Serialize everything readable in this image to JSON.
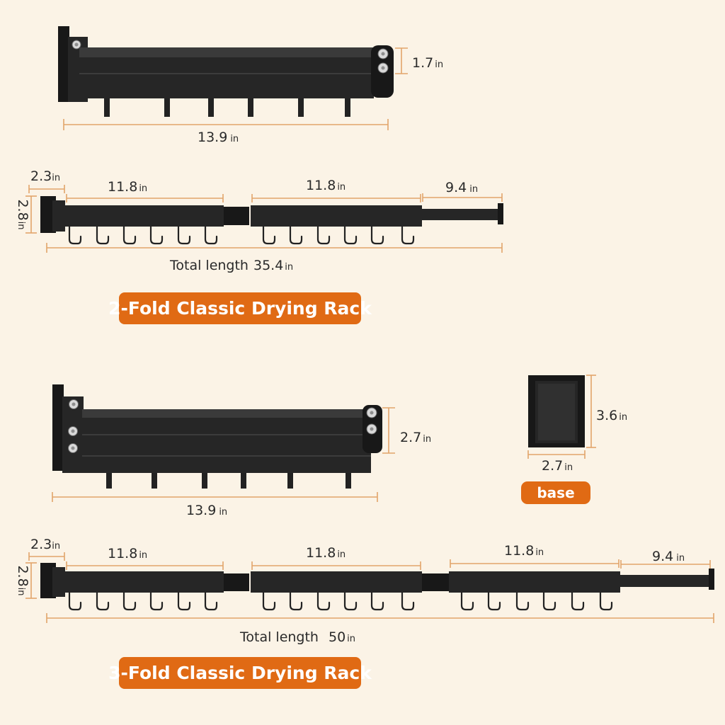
{
  "colors": {
    "background": "#fbf3e6",
    "accent": "#e06a14",
    "dimension_line": "#e2a56a",
    "product": "#262626"
  },
  "unit": "in",
  "two_fold": {
    "folded": {
      "width": "13.9",
      "height": "1.7"
    },
    "expanded": {
      "mount": "2.3",
      "height": "2.8",
      "segment_1": "11.8",
      "segment_2": "11.8",
      "extension": "9.4",
      "total_label": "Total length",
      "total_value": "35.4"
    },
    "title": "2-Fold Classic Drying Rack"
  },
  "three_fold": {
    "folded": {
      "width": "13.9",
      "height": "2.7"
    },
    "expanded": {
      "mount": "2.3",
      "height": "2.8",
      "segment_1": "11.8",
      "segment_2": "11.8",
      "segment_3": "11.8",
      "extension": "9.4",
      "total_label": "Total length",
      "total_value": "50"
    },
    "title": "3-Fold Classic Drying Rack"
  },
  "base": {
    "height": "3.6",
    "width": "2.7",
    "label": "base"
  }
}
